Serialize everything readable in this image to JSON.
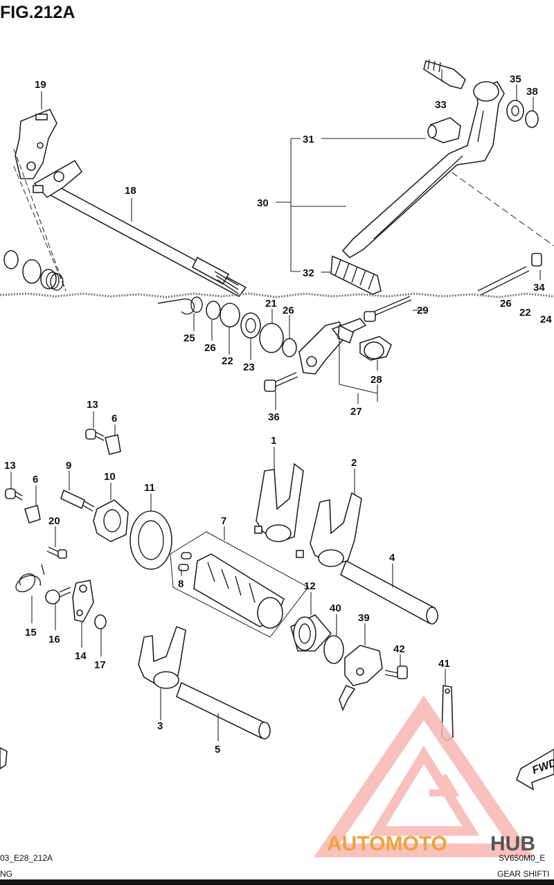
{
  "figure": {
    "title": "FIG.212A"
  },
  "callouts": [
    {
      "id": "c19",
      "text": "19"
    },
    {
      "id": "c18",
      "text": "18"
    },
    {
      "id": "c33",
      "text": "33"
    },
    {
      "id": "c35",
      "text": "35"
    },
    {
      "id": "c38",
      "text": "38"
    },
    {
      "id": "c31",
      "text": "31"
    },
    {
      "id": "c30",
      "text": "30"
    },
    {
      "id": "c32",
      "text": "32"
    },
    {
      "id": "c34",
      "text": "34"
    },
    {
      "id": "c21",
      "text": "21"
    },
    {
      "id": "c26a",
      "text": "26"
    },
    {
      "id": "c29",
      "text": "29"
    },
    {
      "id": "c26b",
      "text": "26"
    },
    {
      "id": "c22b",
      "text": "22"
    },
    {
      "id": "c24",
      "text": "24"
    },
    {
      "id": "c25",
      "text": "25"
    },
    {
      "id": "c26c",
      "text": "26"
    },
    {
      "id": "c22a",
      "text": "22"
    },
    {
      "id": "c23",
      "text": "23"
    },
    {
      "id": "c28",
      "text": "28"
    },
    {
      "id": "c36",
      "text": "36"
    },
    {
      "id": "c27",
      "text": "27"
    },
    {
      "id": "c13a",
      "text": "13"
    },
    {
      "id": "c6a",
      "text": "6"
    },
    {
      "id": "c1",
      "text": "1"
    },
    {
      "id": "c2",
      "text": "2"
    },
    {
      "id": "c13b",
      "text": "13"
    },
    {
      "id": "c9",
      "text": "9"
    },
    {
      "id": "c10",
      "text": "10"
    },
    {
      "id": "c6b",
      "text": "6"
    },
    {
      "id": "c11",
      "text": "11"
    },
    {
      "id": "c7",
      "text": "7"
    },
    {
      "id": "c20",
      "text": "20"
    },
    {
      "id": "c4",
      "text": "4"
    },
    {
      "id": "c8",
      "text": "8"
    },
    {
      "id": "c12",
      "text": "12"
    },
    {
      "id": "c40",
      "text": "40"
    },
    {
      "id": "c39",
      "text": "39"
    },
    {
      "id": "c15",
      "text": "15"
    },
    {
      "id": "c16",
      "text": "16"
    },
    {
      "id": "c14",
      "text": "14"
    },
    {
      "id": "c17",
      "text": "17"
    },
    {
      "id": "c42",
      "text": "42"
    },
    {
      "id": "c41",
      "text": "41"
    },
    {
      "id": "c3",
      "text": "3"
    },
    {
      "id": "c5",
      "text": "5"
    }
  ],
  "footer": {
    "left_code": "03_E28_212A",
    "left_caption": "NG",
    "right_model": "SV650M0_E",
    "right_caption": "GEAR SHIFTI"
  },
  "fwd_arrow": {
    "label": "FWD"
  },
  "watermark": {
    "brand_part1": "AUTOMOTO",
    "brand_part2": "HUB",
    "color_primary": "#f7b7b2",
    "color_accent": "#f2a23a",
    "color_dark": "#555555"
  },
  "icons": [
    "parts-diagram",
    "triangle-logo-icon",
    "fwd-arrow-icon"
  ]
}
